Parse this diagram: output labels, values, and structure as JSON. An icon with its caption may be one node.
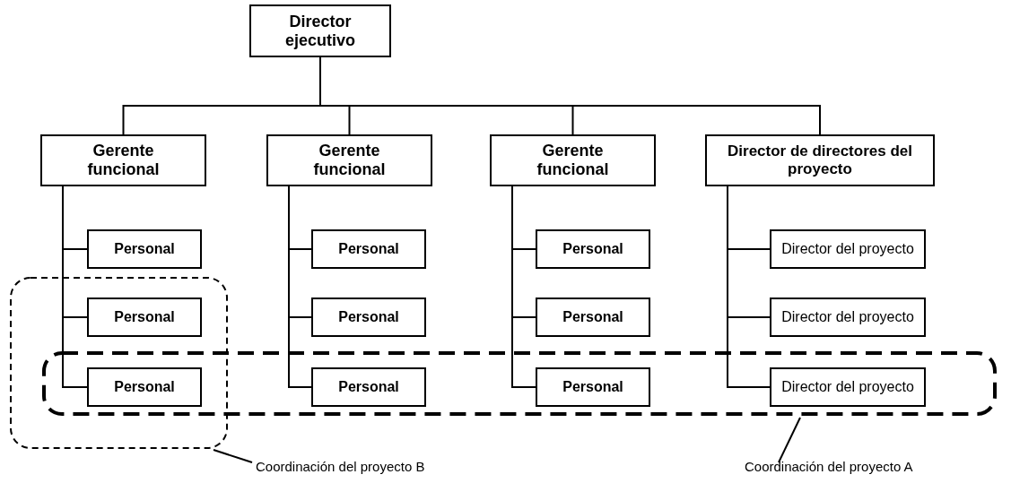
{
  "diagram": {
    "nodes": [
      {
        "text": [
          "Director ejecutivo"
        ]
      },
      {
        "text": [
          "Gerente funcional"
        ]
      },
      {
        "text": [
          "Gerente funcional"
        ]
      },
      {
        "text": [
          "Gerente funcional"
        ]
      },
      {
        "text": [
          "Director de directores del proyecto"
        ]
      },
      {
        "text": [
          "Personal"
        ]
      },
      {
        "text": [
          "Personal"
        ],
        "in": 17
      },
      {
        "text": [
          "Personal"
        ]
      },
      {
        "text": [
          "Personal"
        ]
      },
      {
        "text": [
          "Personal"
        ]
      },
      {
        "text": [
          "Personal"
        ],
        "in": 18
      },
      {
        "text": [
          "Personal"
        ]
      },
      {
        "text": [
          "Personal"
        ]
      },
      {
        "text": [
          "Personal"
        ],
        "in": 18
      },
      {
        "text": [
          "Director del proyecto"
        ]
      },
      {
        "text": [
          "Director del proyecto"
        ]
      },
      {
        "text": [
          "Director del proyecto"
        ],
        "in": 18
      },
      {
        "text": [],
        "shape": "box"
      },
      {
        "text": [],
        "shape": "box"
      },
      {
        "text": [
          "Coordinación del proyecto B"
        ]
      },
      {
        "text": [
          "Coordinación del proyecto A"
        ]
      }
    ],
    "edges": [
      {
        "from": 0,
        "to": 1,
        "arrow": "none"
      },
      {
        "from": 0,
        "to": 2,
        "arrow": "none"
      },
      {
        "from": 0,
        "to": 3,
        "arrow": "none"
      },
      {
        "from": 0,
        "to": 4,
        "arrow": "none"
      },
      {
        "from": 1,
        "to": 5,
        "arrow": "none"
      },
      {
        "from": 1,
        "to": 6,
        "arrow": "none"
      },
      {
        "from": 1,
        "to": 7,
        "arrow": "none"
      },
      {
        "from": 2,
        "to": 8,
        "arrow": "none"
      },
      {
        "from": 2,
        "to": 9,
        "arrow": "none"
      },
      {
        "from": 2,
        "to": 10,
        "arrow": "none"
      },
      {
        "from": 3,
        "to": 11,
        "arrow": "none"
      },
      {
        "from": 3,
        "to": 12,
        "arrow": "none"
      },
      {
        "from": 3,
        "to": 13,
        "arrow": "none"
      },
      {
        "from": 4,
        "to": 14,
        "arrow": "none"
      },
      {
        "from": 4,
        "to": 15,
        "arrow": "none"
      },
      {
        "from": 4,
        "to": 16,
        "arrow": "none"
      },
      {
        "from": 19,
        "to": 17,
        "arrow": "none"
      },
      {
        "from": 20,
        "to": 18,
        "arrow": "none"
      }
    ]
  }
}
